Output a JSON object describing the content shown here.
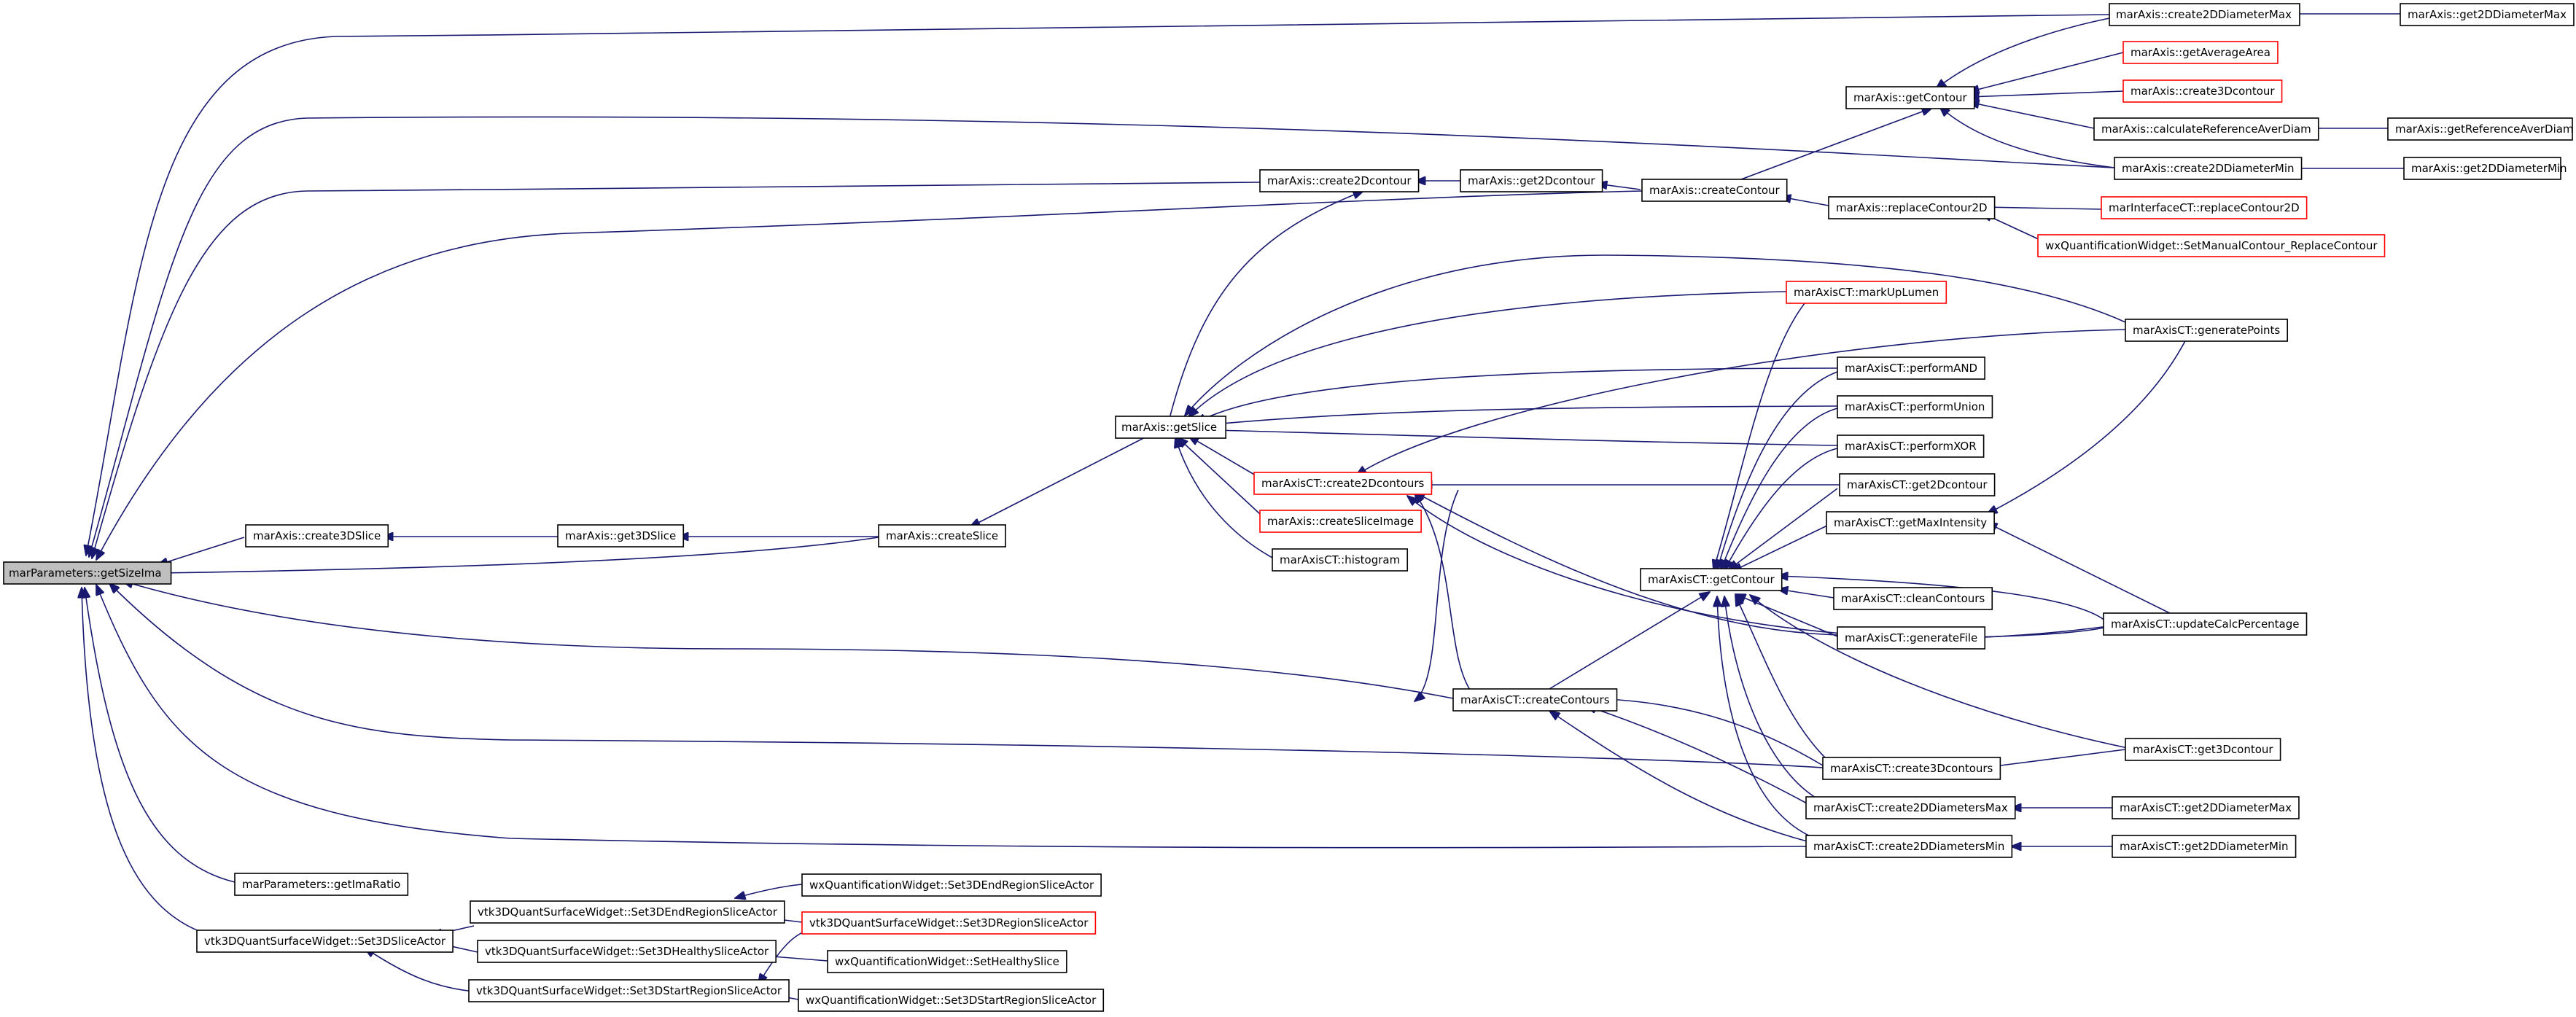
{
  "graph": {
    "type": "caller-graph",
    "edge_color": "#191970",
    "node_fill": "#ffffff",
    "focus_fill": "#bfbfbf",
    "normal_border": "#000000",
    "truncated_border": "#ff0000",
    "nodes": [
      {
        "id": "n0",
        "label": "marParameters::getSizeIma",
        "style": "focus"
      },
      {
        "id": "n1",
        "label": "marAxis::create2DDiameterMax",
        "style": "normal"
      },
      {
        "id": "n2",
        "label": "marAxis::get2DDiameterMax",
        "style": "normal"
      },
      {
        "id": "n3",
        "label": "marAxis::getAverageArea",
        "style": "red"
      },
      {
        "id": "n4",
        "label": "marAxis::getContour",
        "style": "normal"
      },
      {
        "id": "n5",
        "label": "marAxis::create3Dcontour",
        "style": "red"
      },
      {
        "id": "n6",
        "label": "marAxis::calculateReferenceAverDiam",
        "style": "normal"
      },
      {
        "id": "n7",
        "label": "marAxis::getReferenceAverDiam",
        "style": "normal"
      },
      {
        "id": "n8",
        "label": "marAxis::create2DDiameterMin",
        "style": "normal"
      },
      {
        "id": "n9",
        "label": "marAxis::get2DDiameterMin",
        "style": "normal"
      },
      {
        "id": "n10",
        "label": "marAxis::create2Dcontour",
        "style": "normal"
      },
      {
        "id": "n11",
        "label": "marAxis::get2Dcontour",
        "style": "normal"
      },
      {
        "id": "n12",
        "label": "marAxis::createContour",
        "style": "normal"
      },
      {
        "id": "n13",
        "label": "marAxis::replaceContour2D",
        "style": "normal"
      },
      {
        "id": "n14",
        "label": "marInterfaceCT::replaceContour2D",
        "style": "red"
      },
      {
        "id": "n15",
        "label": "wxQuantificationWidget::SetManualContour_ReplaceContour",
        "style": "red"
      },
      {
        "id": "n16",
        "label": "marAxisCT::markUpLumen",
        "style": "red"
      },
      {
        "id": "n17",
        "label": "marAxisCT::generatePoints",
        "style": "normal"
      },
      {
        "id": "n18",
        "label": "marAxisCT::performAND",
        "style": "normal"
      },
      {
        "id": "n19",
        "label": "marAxis::getSlice",
        "style": "normal"
      },
      {
        "id": "n20",
        "label": "marAxisCT::performUnion",
        "style": "normal"
      },
      {
        "id": "n21",
        "label": "marAxisCT::performXOR",
        "style": "normal"
      },
      {
        "id": "n22",
        "label": "marAxisCT::create2Dcontours",
        "style": "red"
      },
      {
        "id": "n23",
        "label": "marAxisCT::get2Dcontour",
        "style": "normal"
      },
      {
        "id": "n24",
        "label": "marAxisCT::getMaxIntensity",
        "style": "normal"
      },
      {
        "id": "n25",
        "label": "marAxis::createSliceImage",
        "style": "red"
      },
      {
        "id": "n26",
        "label": "marAxis::create3DSlice",
        "style": "normal"
      },
      {
        "id": "n27",
        "label": "marAxis::get3DSlice",
        "style": "normal"
      },
      {
        "id": "n28",
        "label": "marAxis::createSlice",
        "style": "normal"
      },
      {
        "id": "n29",
        "label": "marAxisCT::histogram",
        "style": "normal"
      },
      {
        "id": "n30",
        "label": "marAxisCT::getContour",
        "style": "normal"
      },
      {
        "id": "n31",
        "label": "marAxisCT::cleanContours",
        "style": "normal"
      },
      {
        "id": "n32",
        "label": "marAxisCT::updateCalcPercentage",
        "style": "normal"
      },
      {
        "id": "n33",
        "label": "marAxisCT::generateFile",
        "style": "normal"
      },
      {
        "id": "n34",
        "label": "marAxisCT::createContours",
        "style": "normal"
      },
      {
        "id": "n35",
        "label": "marAxisCT::get3Dcontour",
        "style": "normal"
      },
      {
        "id": "n36",
        "label": "marAxisCT::create3Dcontours",
        "style": "normal"
      },
      {
        "id": "n37",
        "label": "marAxisCT::create2DDiametersMax",
        "style": "normal"
      },
      {
        "id": "n38",
        "label": "marAxisCT::get2DDiameterMax",
        "style": "normal"
      },
      {
        "id": "n39",
        "label": "marAxisCT::create2DDiametersMin",
        "style": "normal"
      },
      {
        "id": "n40",
        "label": "marAxisCT::get2DDiameterMin",
        "style": "normal"
      },
      {
        "id": "n41",
        "label": "marParameters::getImaRatio",
        "style": "normal"
      },
      {
        "id": "n42",
        "label": "wxQuantificationWidget::Set3DEndRegionSliceActor",
        "style": "normal"
      },
      {
        "id": "n43",
        "label": "vtk3DQuantSurfaceWidget::Set3DEndRegionSliceActor",
        "style": "normal"
      },
      {
        "id": "n44",
        "label": "vtk3DQuantSurfaceWidget::Set3DRegionSliceActor",
        "style": "red"
      },
      {
        "id": "n45",
        "label": "vtk3DQuantSurfaceWidget::Set3DSliceActor",
        "style": "normal"
      },
      {
        "id": "n46",
        "label": "vtk3DQuantSurfaceWidget::Set3DHealthySliceActor",
        "style": "normal"
      },
      {
        "id": "n47",
        "label": "wxQuantificationWidget::SetHealthySlice",
        "style": "normal"
      },
      {
        "id": "n48",
        "label": "vtk3DQuantSurfaceWidget::Set3DStartRegionSliceActor",
        "style": "normal"
      },
      {
        "id": "n49",
        "label": "wxQuantificationWidget::Set3DStartRegionSliceActor",
        "style": "normal"
      }
    ]
  }
}
